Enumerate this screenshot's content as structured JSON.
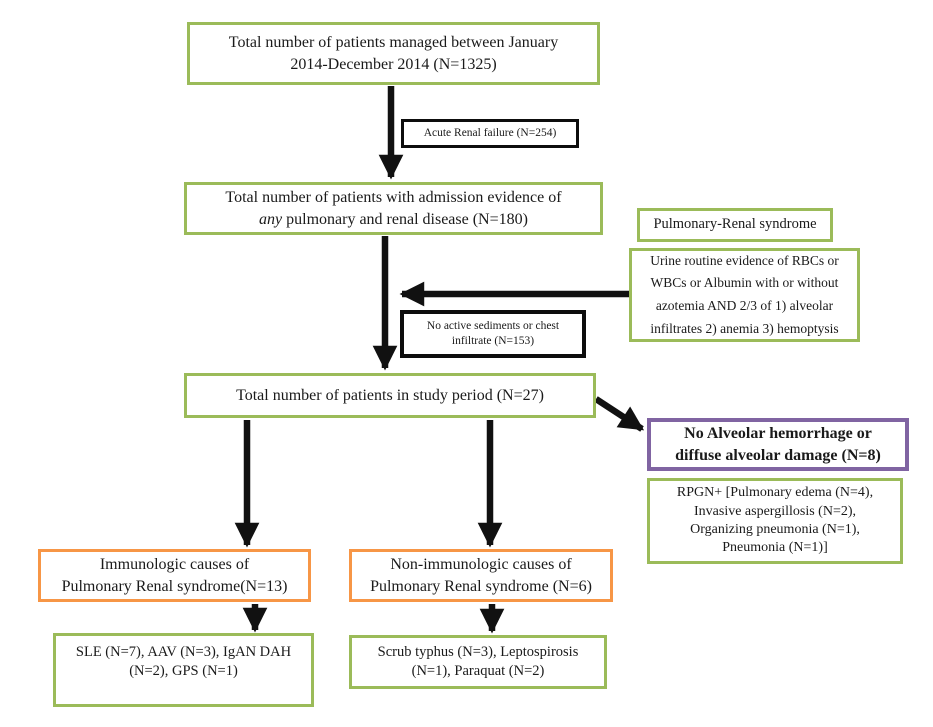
{
  "diagram_title": "Patient flow diagram of pulmonary renal syndrome study",
  "colors": {
    "green": "#9bbb59",
    "orange": "#f79646",
    "purple": "#8064a2",
    "line": "#111111",
    "text": "#1a1a1a"
  },
  "boxes": {
    "total_managed": "Total number of patients managed between January\n2014-December 2014 (N=1325)",
    "acute_renal_failure": "Acute Renal failure (N=254)",
    "admission": {
      "prefix": "Total number of patients with admission evidence of\n",
      "italic": "any",
      "suffix": " pulmonary and renal disease (N=180)"
    },
    "prs_label": "Pulmonary-Renal syndrome",
    "urine_criteria": "Urine routine evidence of RBCs or\nWBCs or Albumin with or without\nazotemia AND 2/3 of 1) alveolar\ninfiltrates 2) anemia 3) hemoptysis",
    "no_active_sediments": "No active sediments or chest\ninfiltrate (N=153)",
    "study_period": "Total number of patients in study period (N=27)",
    "no_alveolar_hemorrhage": "No Alveolar hemorrhage or\ndiffuse alveolar damage (N=8)",
    "rpgn_detail": "RPGN+ [Pulmonary edema (N=4),\nInvasive aspergillosis (N=2),\nOrganizing pneumonia (N=1),\nPneumonia (N=1)]",
    "immunologic": "Immunologic causes of\nPulmonary Renal syndrome(N=13)",
    "non_immunologic": "Non-immunologic causes of\nPulmonary Renal syndrome (N=6)",
    "immunologic_detail": "SLE (N=7), AAV (N=3), IgAN DAH\n(N=2), GPS (N=1)",
    "non_immunologic_detail": "Scrub typhus (N=3), Leptospirosis\n(N=1), Paraquat (N=2)"
  }
}
